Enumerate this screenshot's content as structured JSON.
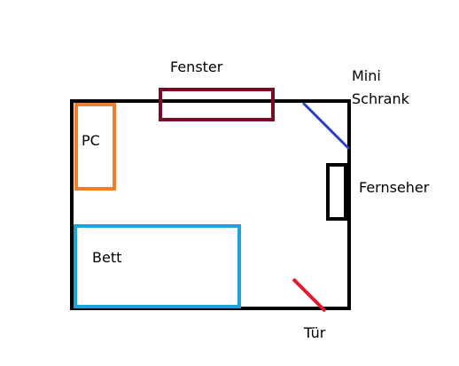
{
  "labels": {
    "fenster": "Fenster",
    "mini": "Mini",
    "schrank": "Schrank",
    "pc": "PC",
    "fernseher": "Fernseher",
    "bett": "Bett",
    "tuer": "Tür"
  },
  "colors": {
    "room_outline": "#000000",
    "window": "#7b0a25",
    "mini_schrank": "#2e3fbf",
    "pc": "#f07f2d",
    "tv": "#000000",
    "bed": "#1aa3df",
    "door": "#e8182b",
    "background": "#ffffff"
  }
}
